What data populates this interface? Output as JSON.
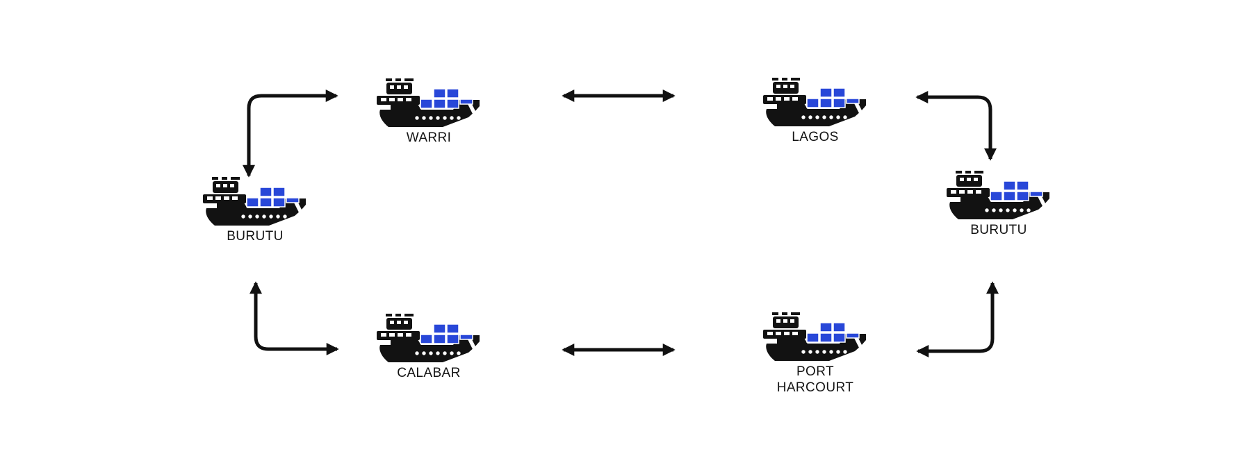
{
  "colors": {
    "ink": "#121212",
    "container-blue": "#2847d8",
    "arrow": "#111111"
  },
  "diagram": {
    "type": "shipping-route-map",
    "icon": "cargo-ship-with-containers",
    "ports": [
      {
        "id": "warri",
        "name": "WARRI",
        "lines": [
          "WARRI"
        ]
      },
      {
        "id": "lagos",
        "name": "LAGOS",
        "lines": [
          "LAGOS"
        ]
      },
      {
        "id": "burutu-west",
        "name": "BURUTU",
        "lines": [
          "BURUTU"
        ]
      },
      {
        "id": "burutu-east",
        "name": "BURUTU",
        "lines": [
          "BURUTU"
        ]
      },
      {
        "id": "calabar",
        "name": "CALABAR",
        "lines": [
          "CALABAR"
        ]
      },
      {
        "id": "port-harcourt",
        "name": "PORT HARCOURT",
        "lines": [
          "PORT",
          "HARCOURT"
        ]
      }
    ],
    "routes": [
      {
        "from": "BURUTU (west)",
        "to": "WARRI",
        "bidirectional": true,
        "shape": "elbow"
      },
      {
        "from": "WARRI",
        "to": "LAGOS",
        "bidirectional": true,
        "shape": "straight"
      },
      {
        "from": "LAGOS",
        "to": "BURUTU (east)",
        "bidirectional": true,
        "shape": "elbow"
      },
      {
        "from": "BURUTU (west)",
        "to": "CALABAR",
        "bidirectional": true,
        "shape": "elbow"
      },
      {
        "from": "CALABAR",
        "to": "PORT HARCOURT",
        "bidirectional": true,
        "shape": "straight"
      },
      {
        "from": "PORT HARCOURT",
        "to": "BURUTU (east)",
        "bidirectional": true,
        "shape": "elbow"
      }
    ]
  }
}
